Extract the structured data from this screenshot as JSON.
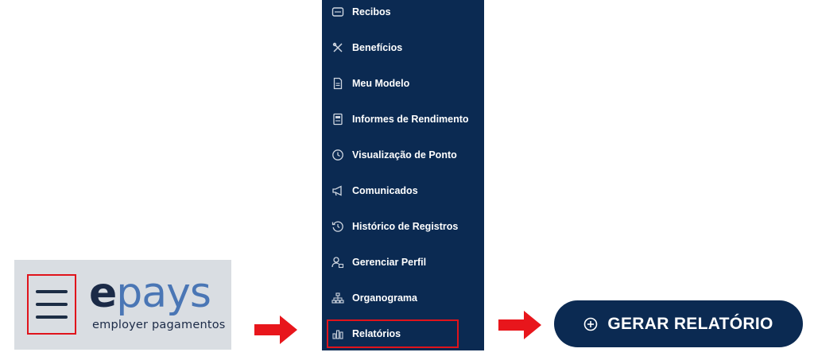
{
  "logo": {
    "brand_e": "e",
    "brand_rest": "pays",
    "tagline": "employer pagamentos"
  },
  "sidebar": {
    "items": [
      {
        "label": "Recibos",
        "icon": "receipt-icon"
      },
      {
        "label": "Benefícios",
        "icon": "utensils-icon"
      },
      {
        "label": "Meu Modelo",
        "icon": "document-icon"
      },
      {
        "label": "Informes de Rendimento",
        "icon": "report-icon"
      },
      {
        "label": "Visualização de Ponto",
        "icon": "clock-icon"
      },
      {
        "label": "Comunicados",
        "icon": "megaphone-icon"
      },
      {
        "label": "Histórico de Registros",
        "icon": "history-icon"
      },
      {
        "label": "Gerenciar Perfil",
        "icon": "user-edit-icon"
      },
      {
        "label": "Organograma",
        "icon": "org-chart-icon"
      },
      {
        "label": "Relatórios",
        "icon": "bar-chart-icon"
      }
    ],
    "highlighted": "Relatórios"
  },
  "action_button": {
    "label": "GERAR RELATÓRIO",
    "icon": "plus-circle-icon"
  },
  "colors": {
    "navy": "#0b2a52",
    "accent_red": "#e0131b",
    "brand_blue": "#4a76b5",
    "panel_gray": "#d9dde2"
  }
}
